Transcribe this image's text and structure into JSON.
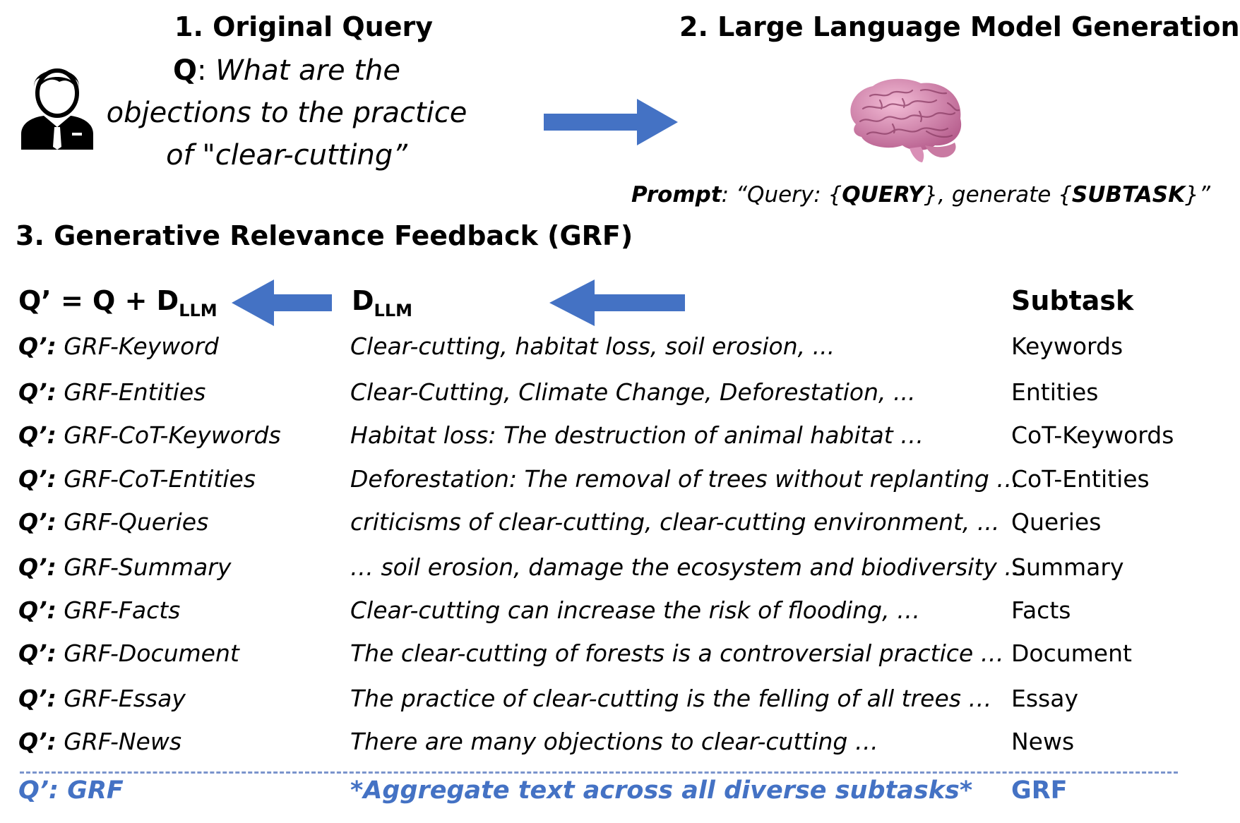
{
  "step1": {
    "title": "1. Original Query",
    "query_label": "Q",
    "query_sep": ":",
    "query_line1": "What are the",
    "query_line2": "objections to the practice",
    "query_line3": "of \"clear-cutting”"
  },
  "step2": {
    "title": "2. Large Language Model Generation",
    "prompt_label": "Prompt",
    "prompt_sep": ":",
    "prompt_pre": " “Query: {",
    "prompt_query": "QUERY",
    "prompt_mid": "}, generate {",
    "prompt_subtask": "SUBTASK",
    "prompt_post": "}”"
  },
  "step3": {
    "title": "3. Generative Relevance Feedback (GRF)"
  },
  "columns": {
    "expanded_main": "Q’ = Q + D",
    "expanded_sub": "LLM",
    "dllm_main": "D",
    "dllm_sub": "LLM",
    "subtask": "Subtask"
  },
  "rows": [
    {
      "prefix": "Q’:",
      "name": " GRF-Keyword",
      "text": "Clear-cutting, habitat loss, soil erosion, ...",
      "subtask": "Keywords"
    },
    {
      "prefix": "Q’:",
      "name": " GRF-Entities",
      "text": "Clear-Cutting, Climate Change, Deforestation, ...",
      "subtask": "Entities"
    },
    {
      "prefix": "Q’:",
      "name": " GRF-CoT-Keywords",
      "text": "Habitat loss: The destruction of animal habitat …",
      "subtask": "CoT-Keywords"
    },
    {
      "prefix": "Q’:",
      "name": " GRF-CoT-Entities",
      "text": "Deforestation: The removal of trees without replanting …",
      "subtask": "CoT-Entities"
    },
    {
      "prefix": "Q’:",
      "name": " GRF-Queries",
      "text": "criticisms of clear-cutting, clear-cutting environment, ...",
      "subtask": "Queries"
    },
    {
      "prefix": "Q’:",
      "name": " GRF-Summary",
      "text": "… soil erosion, damage the ecosystem and biodiversity …",
      "subtask": "Summary"
    },
    {
      "prefix": "Q’:",
      "name": " GRF-Facts",
      "text": "Clear-cutting can increase the risk of flooding, …",
      "subtask": "Facts"
    },
    {
      "prefix": "Q’:",
      "name": " GRF-Document",
      "text": "The clear-cutting of forests is a controversial practice …",
      "subtask": "Document"
    },
    {
      "prefix": "Q’:",
      "name": " GRF-Essay",
      "text": "The practice of clear-cutting is the felling of all trees …",
      "subtask": "Essay"
    },
    {
      "prefix": "Q’:",
      "name": " GRF-News",
      "text": "There are many objections to clear-cutting …",
      "subtask": "News"
    }
  ],
  "aggregate": {
    "left": "Q’: GRF",
    "middle": "*Aggregate text across all diverse subtasks*",
    "right": "GRF"
  },
  "colors": {
    "arrow": "#4472c4",
    "aggregate_text": "#4472c4",
    "brain": "#d98fb6"
  },
  "icons": [
    "user-icon",
    "brain-icon"
  ]
}
